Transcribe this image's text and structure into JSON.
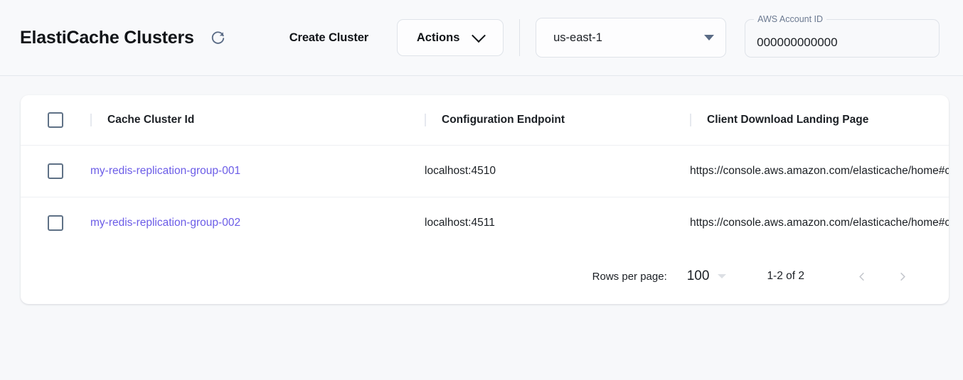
{
  "header": {
    "title": "ElastiCache Clusters",
    "refresh_icon": "refresh-icon",
    "create_cluster_label": "Create Cluster",
    "actions_label": "Actions",
    "actions_icon": "chevron-down-icon",
    "region": {
      "value": "us-east-1",
      "icon": "caret-down-icon"
    },
    "account": {
      "label": "AWS Account ID",
      "value": "000000000000",
      "placeholder": "AWS Account ID"
    }
  },
  "table": {
    "columns": [
      {
        "key": "select",
        "label": ""
      },
      {
        "key": "cache_cluster_id",
        "label": "Cache Cluster Id"
      },
      {
        "key": "configuration_endpoint",
        "label": "Configuration Endpoint"
      },
      {
        "key": "client_download_landing_page",
        "label": "Client Download Landing Page"
      }
    ],
    "rows": [
      {
        "cache_cluster_id": "my-redis-replication-group-001",
        "configuration_endpoint": "localhost:4510",
        "client_download_landing_page": "https://console.aws.amazon.com/elasticache/home#client-download:"
      },
      {
        "cache_cluster_id": "my-redis-replication-group-002",
        "configuration_endpoint": "localhost:4511",
        "client_download_landing_page": "https://console.aws.amazon.com/elasticache/home#client-download:"
      }
    ]
  },
  "pagination": {
    "rows_per_page_label": "Rows per page:",
    "rows_per_page_value": "100",
    "range_label": "1-2 of 2",
    "prev_icon": "chevron-left-icon",
    "next_icon": "chevron-right-icon"
  },
  "colors": {
    "link": "#6b5ce7",
    "icon_slate": "#5a6b85",
    "page_bg": "#f7f8fa",
    "card_bg": "#ffffff"
  }
}
